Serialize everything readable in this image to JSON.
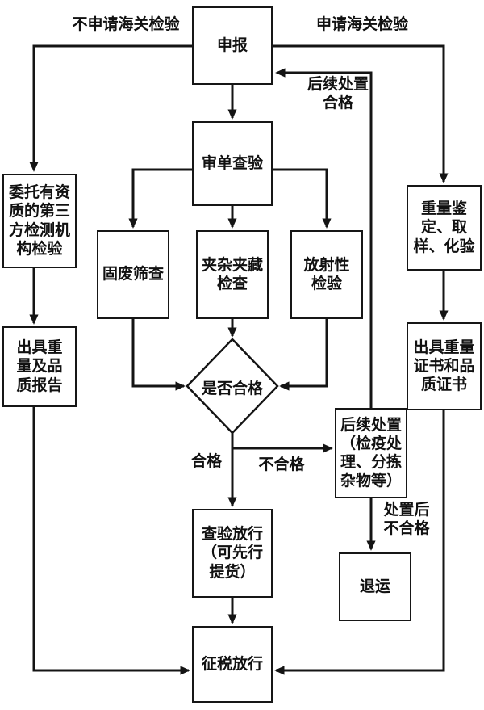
{
  "diagram_type": "flowchart",
  "nodes": {
    "declare": "申报",
    "doc_review": "审单查验",
    "third_party_inspection": "委托有资质的第三方检测机构检验",
    "weight_appraisal": "重量鉴定、取样、化验",
    "solid_waste_screening": "固废筛查",
    "concealment_check": "夹杂夹藏检查",
    "radioactive_inspection": "放射性检验",
    "weight_quality_report": "出具重量及品质报告",
    "weight_quality_certificates": "出具重量证书和品质证书",
    "qualified_decision": "是否合格",
    "followup_disposal": "后续处置（检疫处理、分拣杂物等）",
    "inspection_release": "查验放行（可先行提货）",
    "return_shipment": "退运",
    "tax_release": "征税放行"
  },
  "edge_labels": {
    "no_customs_inspection": "不申请海关检验",
    "customs_inspection": "申请海关检验",
    "followup_qualified": "后续处置\n合格",
    "qualified": "合格",
    "not_qualified": "不合格",
    "after_disposal_not_qualified": "处置后\n不合格"
  }
}
